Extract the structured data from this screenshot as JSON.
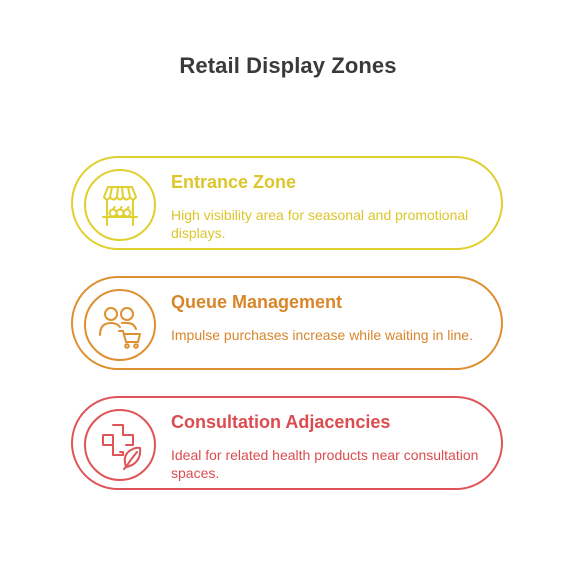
{
  "title": "Retail Display Zones",
  "colors": {
    "zone_1": "#e0cf2e",
    "zone_2": "#de8f2f",
    "zone_3": "#df5456",
    "title": "#3a3a3a"
  },
  "zones": [
    {
      "title": "Entrance Zone",
      "description": "High visibility area for seasonal and promotional displays.",
      "icon": "market-stall-icon"
    },
    {
      "title": "Queue Management",
      "description": "Impulse purchases increase while waiting in line.",
      "icon": "people-cart-icon"
    },
    {
      "title": "Consultation Adjacencies",
      "description": "Ideal for related health products near consultation spaces.",
      "icon": "health-cross-leaf-icon"
    }
  ]
}
